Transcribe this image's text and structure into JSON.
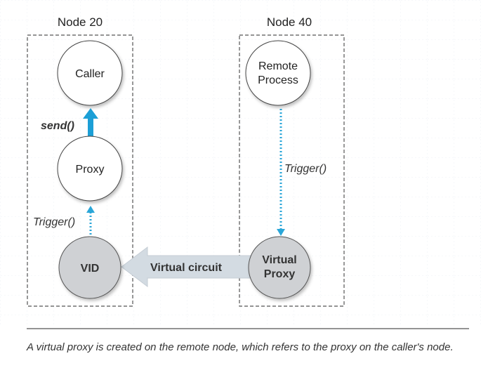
{
  "diagram": {
    "nodes": [
      {
        "title": "Node 20"
      },
      {
        "title": "Node 40"
      }
    ],
    "circles": {
      "caller": "Caller",
      "proxy": "Proxy",
      "vid": "VID",
      "remote_process": [
        "Remote",
        "Process"
      ],
      "virtual_proxy": [
        "Virtual",
        "Proxy"
      ]
    },
    "labels": {
      "send": "send()",
      "trigger_left": "Trigger()",
      "trigger_right": "Trigger()",
      "virtual_circuit": "Virtual circuit"
    },
    "colors": {
      "dotted_arrow": "#2aa6d8",
      "send_arrow": "#1c9fd6",
      "grey_node": "#cfd1d4",
      "circuit_arrow": "#d3dbe2"
    }
  },
  "caption": "A virtual proxy is created on the remote node, which refers to the proxy on the caller's node."
}
